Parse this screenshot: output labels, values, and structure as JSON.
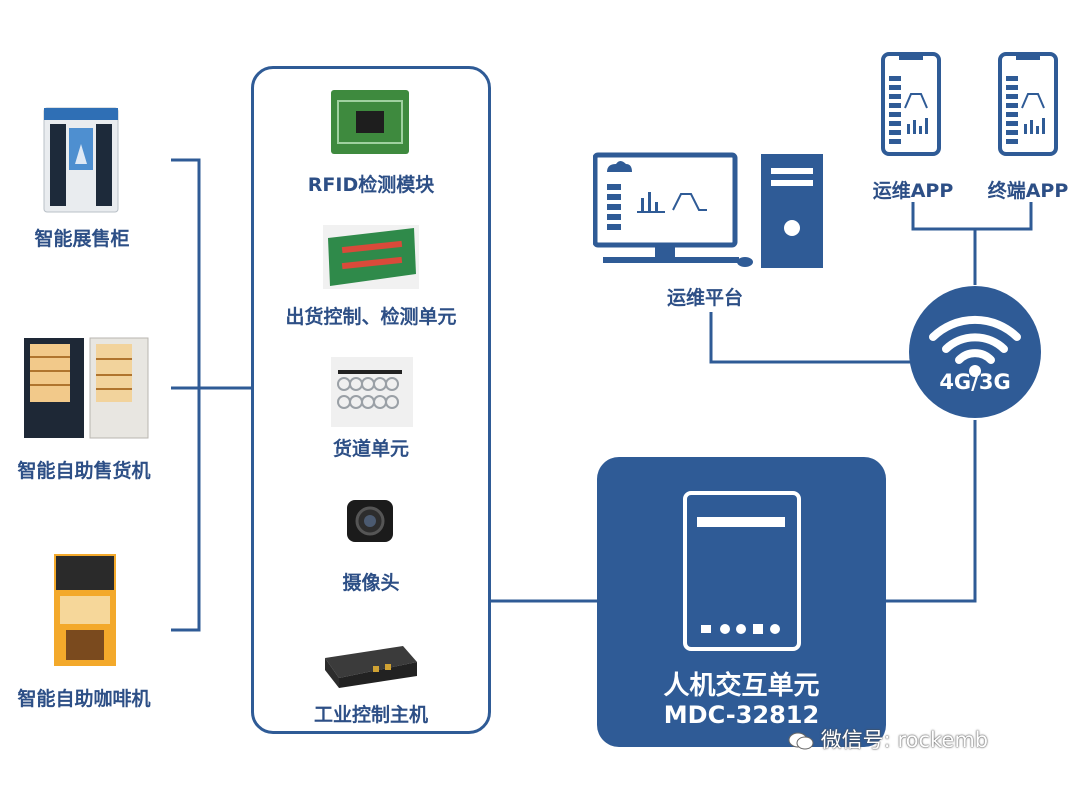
{
  "left_devices": [
    {
      "label": "智能展售柜"
    },
    {
      "label": "智能自助售货机"
    },
    {
      "label": "智能自助咖啡机"
    }
  ],
  "modules": [
    {
      "label": "RFID检测模块"
    },
    {
      "label": "出货控制、检测单元"
    },
    {
      "label": "货道单元"
    },
    {
      "label": "摄像头"
    },
    {
      "label": "工业控制主机"
    }
  ],
  "hmi": {
    "title": "人机交互单元",
    "model": "MDC-32812"
  },
  "platform": {
    "label": "运维平台"
  },
  "network": {
    "label": "4G/3G"
  },
  "apps": [
    {
      "label": "运维APP"
    },
    {
      "label": "终端APP"
    }
  ],
  "watermark": {
    "text": "微信号: rockemb"
  },
  "colors": {
    "primary": "#2f5b96",
    "label": "#2d4f86"
  }
}
